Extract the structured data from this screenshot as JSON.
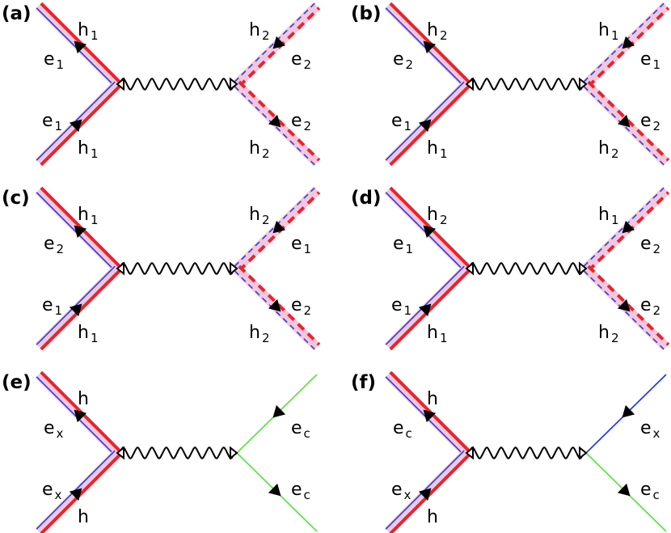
{
  "colors": {
    "hole": "#e8242b",
    "electron": "#2a3ee6",
    "band": "#f5c6dc",
    "core_electron": "#5fe34a",
    "photon": "#000000",
    "arrow": "#000000"
  },
  "panels": [
    {
      "label": "(a)",
      "left": {
        "top": [
          "h",
          "1",
          "e",
          "1"
        ],
        "bottom": [
          "e",
          "1",
          "h",
          "1"
        ]
      },
      "right": {
        "top": [
          "h",
          "2",
          "e",
          "2"
        ],
        "bottom": [
          "e",
          "2",
          "h",
          "2"
        ]
      }
    },
    {
      "label": "(b)",
      "left": {
        "top": [
          "h",
          "2",
          "e",
          "2"
        ],
        "bottom": [
          "e",
          "1",
          "h",
          "1"
        ]
      },
      "right": {
        "top": [
          "h",
          "1",
          "e",
          "1"
        ],
        "bottom": [
          "e",
          "2",
          "h",
          "2"
        ]
      }
    },
    {
      "label": "(c)",
      "left": {
        "top": [
          "h",
          "1",
          "e",
          "2"
        ],
        "bottom": [
          "e",
          "1",
          "h",
          "1"
        ]
      },
      "right": {
        "top": [
          "h",
          "2",
          "e",
          "1"
        ],
        "bottom": [
          "e",
          "2",
          "h",
          "2"
        ]
      }
    },
    {
      "label": "(d)",
      "left": {
        "top": [
          "h",
          "2",
          "e",
          "1"
        ],
        "bottom": [
          "e",
          "1",
          "h",
          "1"
        ]
      },
      "right": {
        "top": [
          "h",
          "1",
          "e",
          "2"
        ],
        "bottom": [
          "e",
          "2",
          "h",
          "2"
        ]
      }
    },
    {
      "label": "(e)",
      "left": {
        "top": [
          "h",
          "",
          "e",
          "x"
        ],
        "bottom": [
          "e",
          "x",
          "h",
          ""
        ]
      },
      "right": {
        "top": [
          "",
          "",
          "e",
          "c"
        ],
        "bottom": [
          "e",
          "c",
          "",
          ""
        ]
      }
    },
    {
      "label": "(f)",
      "left": {
        "top": [
          "h",
          "",
          "e",
          "c"
        ],
        "bottom": [
          "e",
          "x",
          "h",
          ""
        ]
      },
      "right": {
        "top": [
          "",
          "",
          "e",
          "x"
        ],
        "bottom": [
          "e",
          "c",
          "",
          ""
        ]
      }
    }
  ]
}
